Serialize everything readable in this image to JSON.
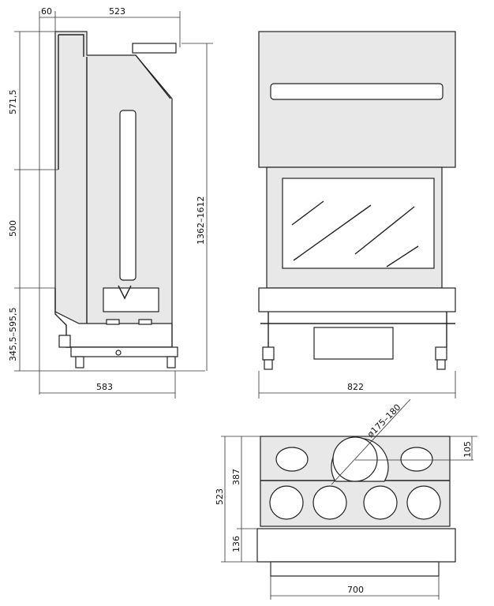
{
  "side_view": {
    "top_left": "60",
    "top_width": "523",
    "h_upper": "571,5",
    "h_mid": "500",
    "h_lower": "345,5–595,5",
    "h_total": "1362–1612",
    "depth": "583"
  },
  "front_view": {
    "width": "822"
  },
  "top_view": {
    "flue_diameter": "ø175–180",
    "flue_offset": "105",
    "depth_upper": "387",
    "depth_total": "523",
    "depth_base": "136",
    "base_width": "700"
  }
}
